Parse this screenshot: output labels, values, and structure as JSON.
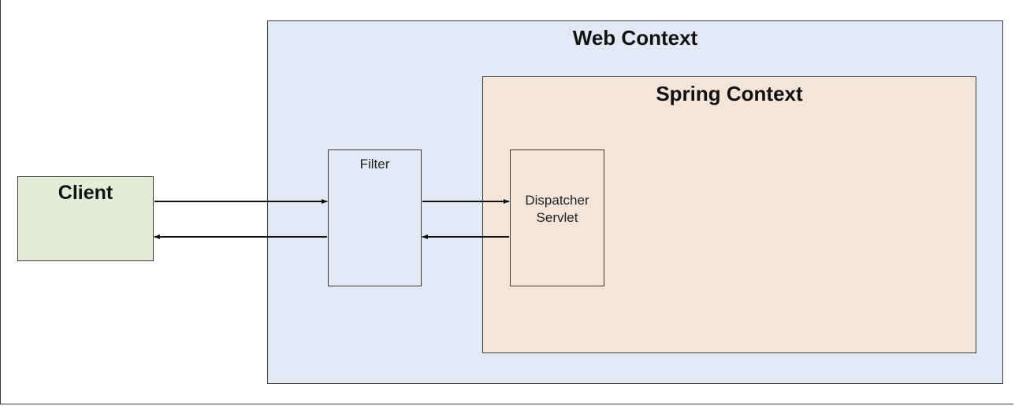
{
  "web_context": {
    "title": "Web Context"
  },
  "spring_context": {
    "title": "Spring Context"
  },
  "client": {
    "title": "Client"
  },
  "filter": {
    "label": "Filter"
  },
  "dispatcher_servlet": {
    "label_line1": "Dispatcher",
    "label_line2": "Servlet"
  },
  "colors": {
    "web_context_fill": "#e3e9f4",
    "spring_context_fill": "#f4e5da",
    "client_fill": "#e2ecd9",
    "border": "#3a3a3a",
    "arrow": "#111111"
  },
  "connections": [
    {
      "from": "client",
      "to": "filter",
      "direction": "request"
    },
    {
      "from": "filter",
      "to": "client",
      "direction": "response"
    },
    {
      "from": "filter",
      "to": "dispatcher_servlet",
      "direction": "request"
    },
    {
      "from": "dispatcher_servlet",
      "to": "filter",
      "direction": "response"
    }
  ]
}
